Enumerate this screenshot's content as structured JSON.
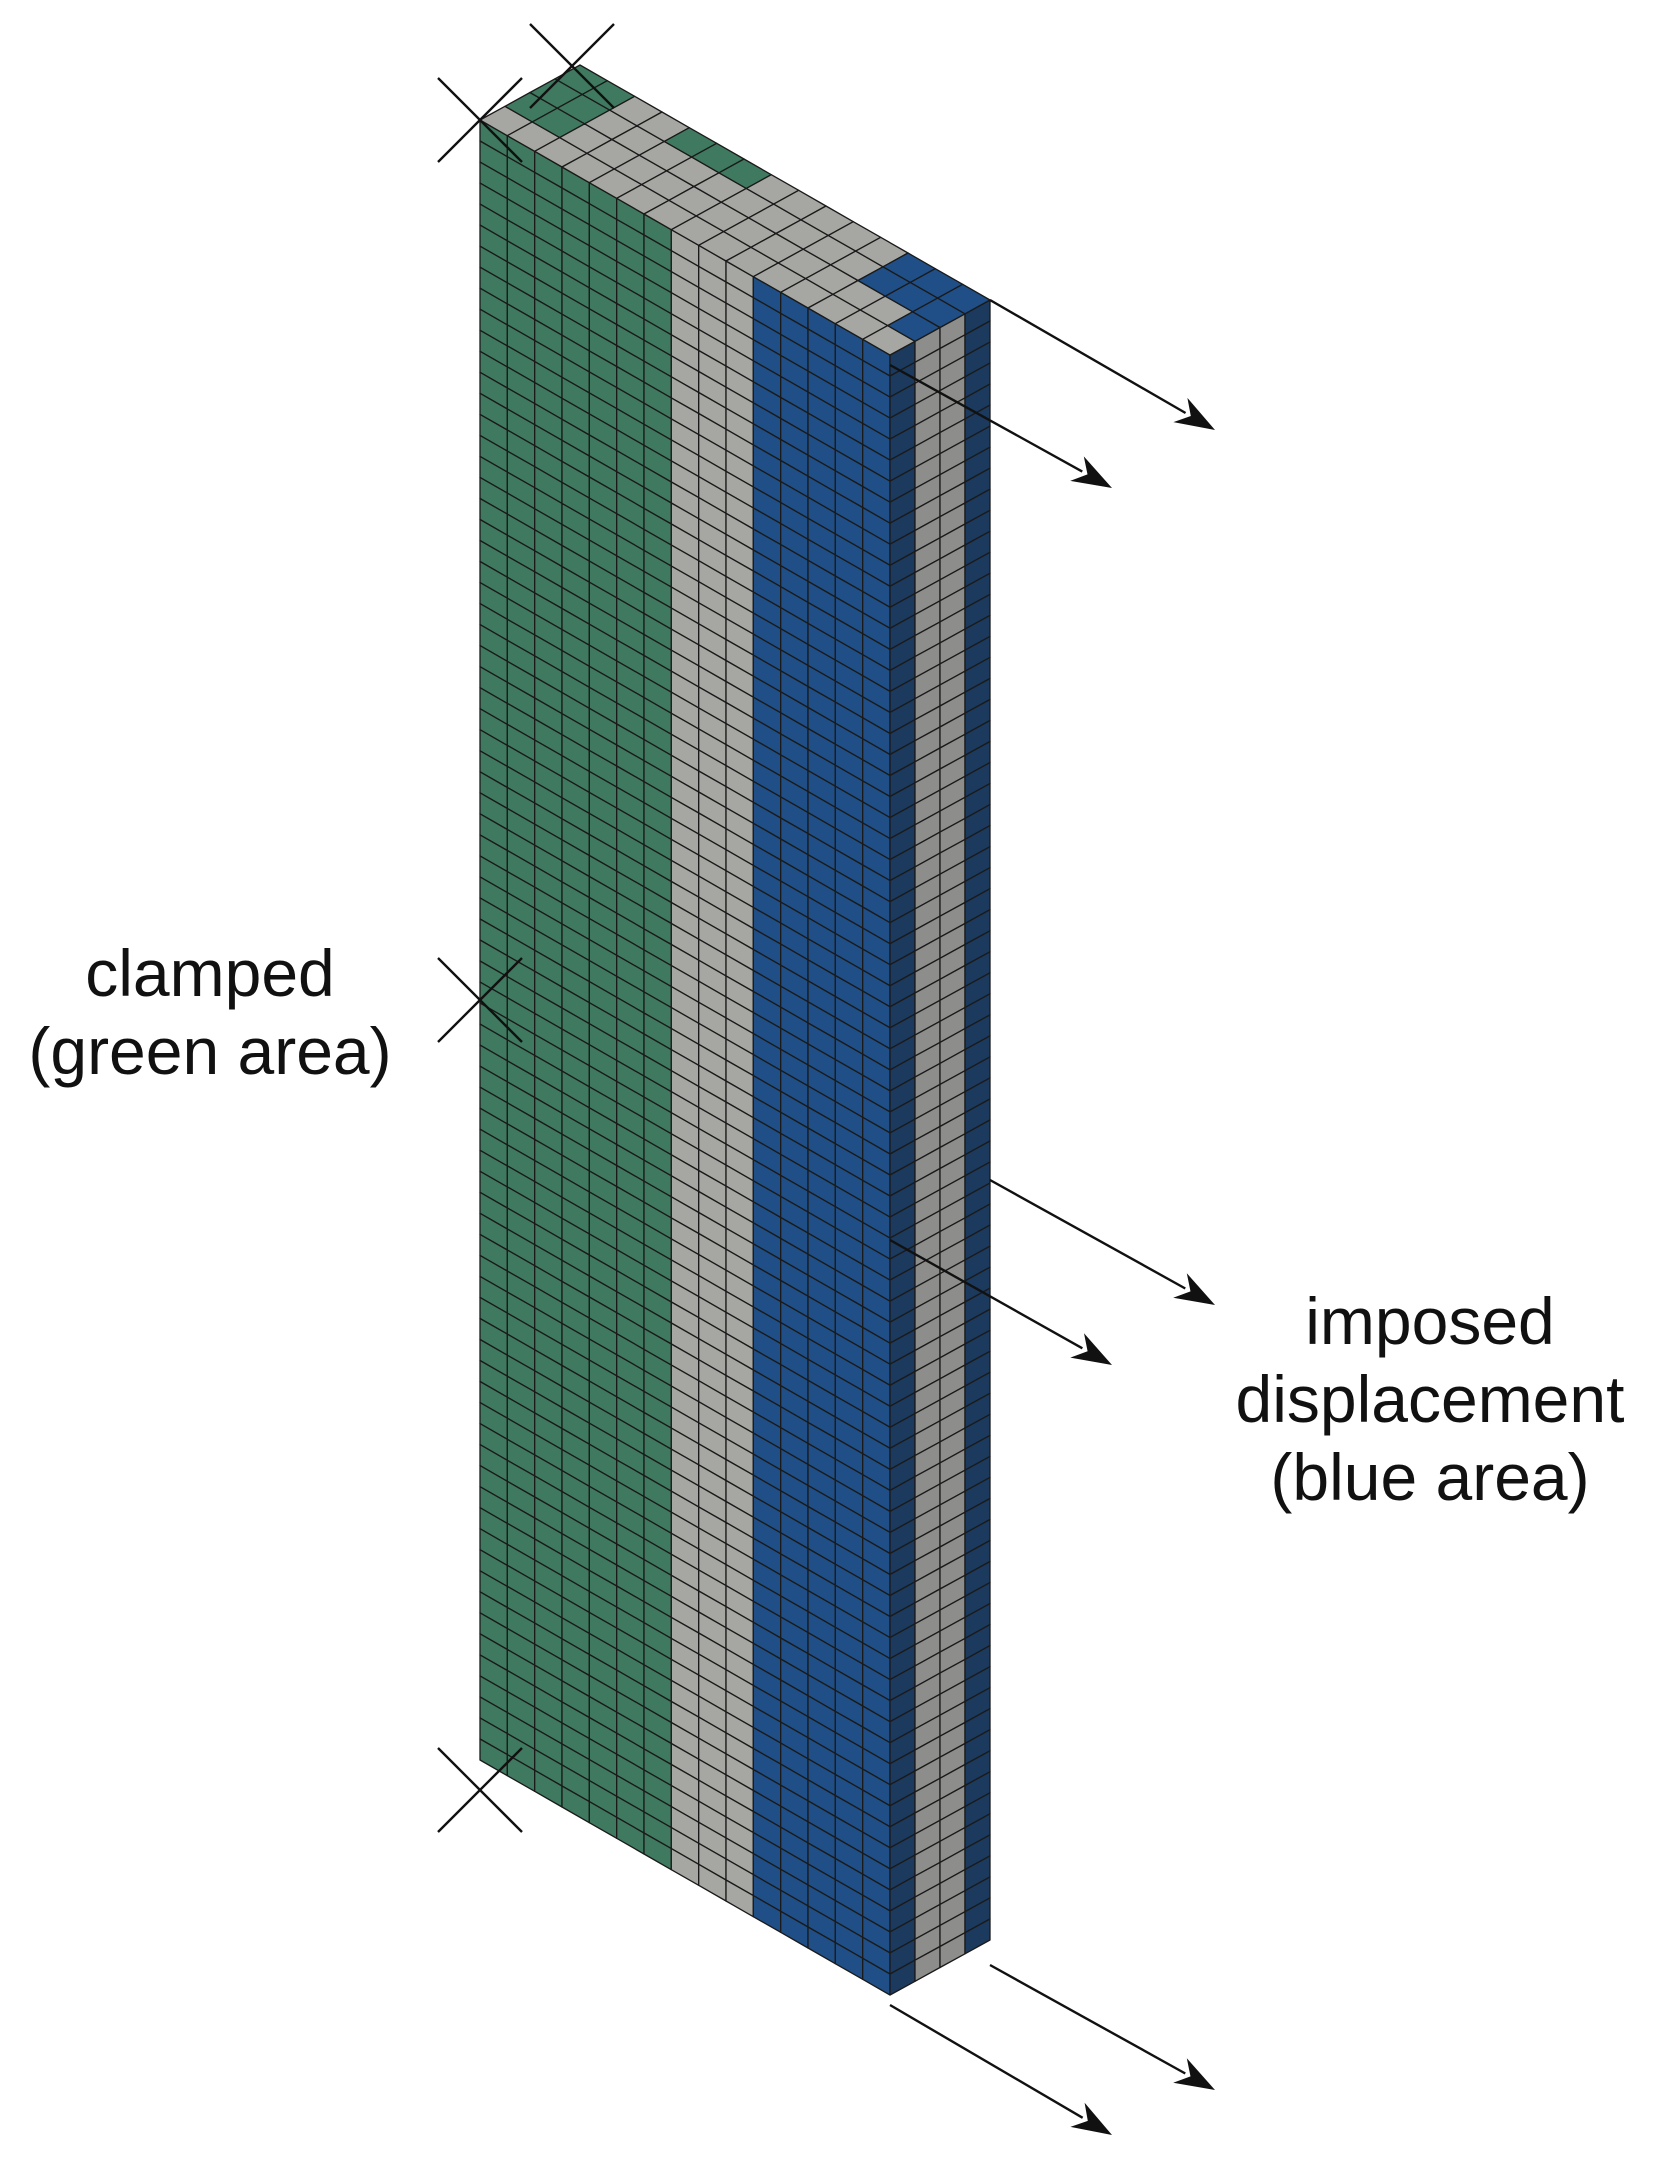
{
  "labels": {
    "clamped_line1": "clamped",
    "clamped_line2": "(green area)",
    "imposed_line1": "imposed",
    "imposed_line2": "displacement",
    "imposed_line3": "(blue area)"
  },
  "colors": {
    "green": "#3f7a60",
    "gray": "#a6a6a2",
    "blue": "#1f4f86",
    "side_gray": "#8d8d8b",
    "side_blue": "#1b3a5e",
    "mesh": "#1a1a1a",
    "annotation": "#111111"
  },
  "mesh": {
    "rows": 78,
    "front_columns": 15,
    "depth_columns": 4,
    "front_bands": [
      {
        "name": "green",
        "columns": 7
      },
      {
        "name": "gray",
        "columns": 3
      },
      {
        "name": "blue",
        "columns": 5
      }
    ],
    "side_bands": [
      {
        "name": "blue",
        "columns": 1
      },
      {
        "name": "gray",
        "columns": 2
      },
      {
        "name": "blue",
        "columns": 1
      }
    ]
  },
  "boundary_conditions": {
    "clamp_markers": 4,
    "displacement_arrows": 6
  }
}
